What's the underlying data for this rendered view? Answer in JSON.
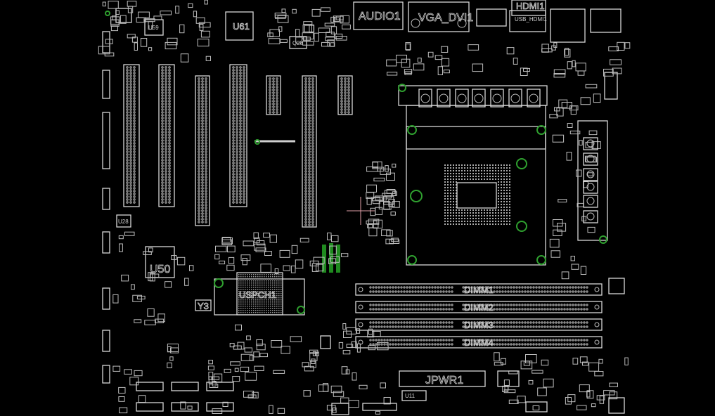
{
  "board": {
    "labels": {
      "audio": "AUDIO1",
      "vga": "VGA_DVI1",
      "hdmi": "HDMI1",
      "usb_hdmi": "USB_HDMI1",
      "u61": "U61",
      "u59": "U59",
      "u50": "U50",
      "u28": "U28",
      "y3": "Y3",
      "pch": "USPCH1",
      "q28": "Q28",
      "dimm1": "DIMM1",
      "dimm2": "DIMM2",
      "dimm3": "DIMM3",
      "dimm4": "DIMM4",
      "jpwr": "JPWR1",
      "u11": "U11"
    },
    "colors": {
      "background": "#000000",
      "outline": "#d8d8d8",
      "mounting_hole": "#2fa02f",
      "cursor": "#e0a0a8"
    }
  }
}
